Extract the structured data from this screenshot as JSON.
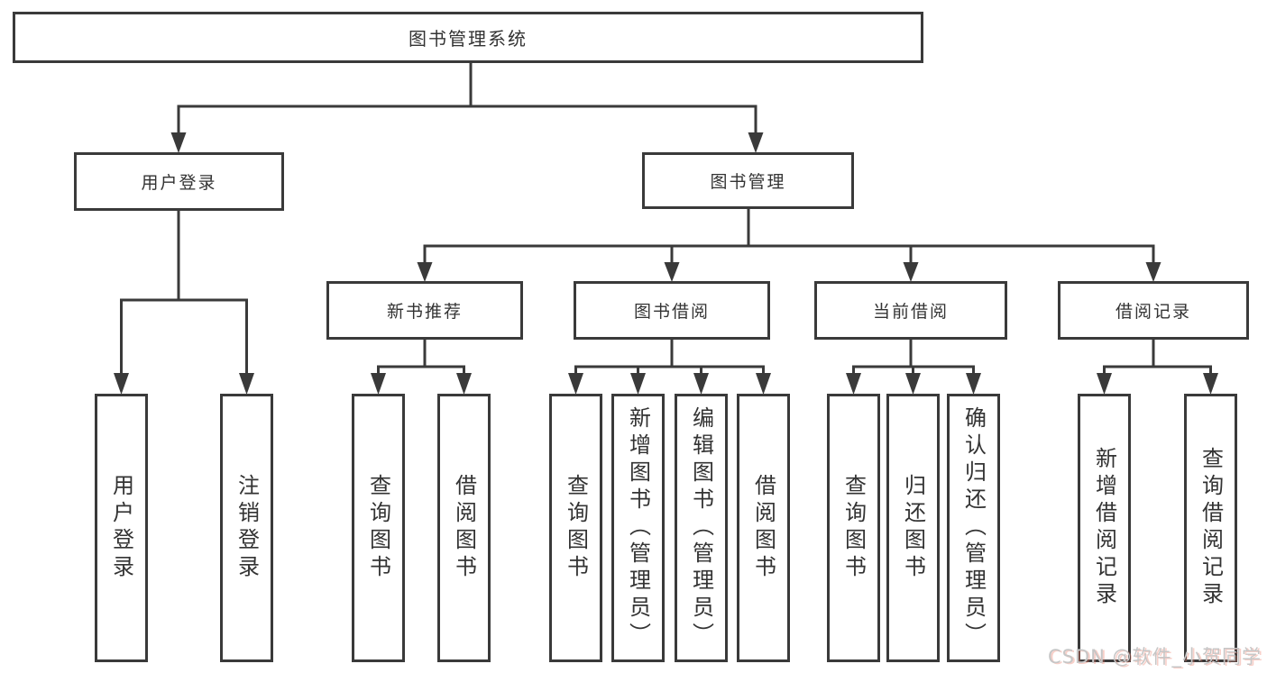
{
  "diagram": {
    "root": {
      "label": "图书管理系统"
    },
    "level2": [
      {
        "label": "用户登录"
      },
      {
        "label": "图书管理"
      }
    ],
    "level3": [
      {
        "label": "新书推荐"
      },
      {
        "label": "图书借阅"
      },
      {
        "label": "当前借阅"
      },
      {
        "label": "借阅记录"
      }
    ],
    "leaves": {
      "user_login": [
        "用户登录",
        "注销登录"
      ],
      "new_book": [
        "查询图书",
        "借阅图书"
      ],
      "book_borrow": [
        "查询图书",
        "新增图书（管理员）",
        "编辑图书（管理员）",
        "借阅图书"
      ],
      "current_borrow": [
        "查询图书",
        "归还图书",
        "确认归还（管理员）"
      ],
      "borrow_records": [
        "新增借阅记录",
        "查询借阅记录"
      ]
    },
    "watermark": "CSDN @软件_小贺同学",
    "colors": {
      "line": "#3a3a3a",
      "text": "#333333",
      "background": "#ffffff",
      "watermark_text": "#c6c6c6",
      "watermark_tint": "#eb7864"
    }
  }
}
